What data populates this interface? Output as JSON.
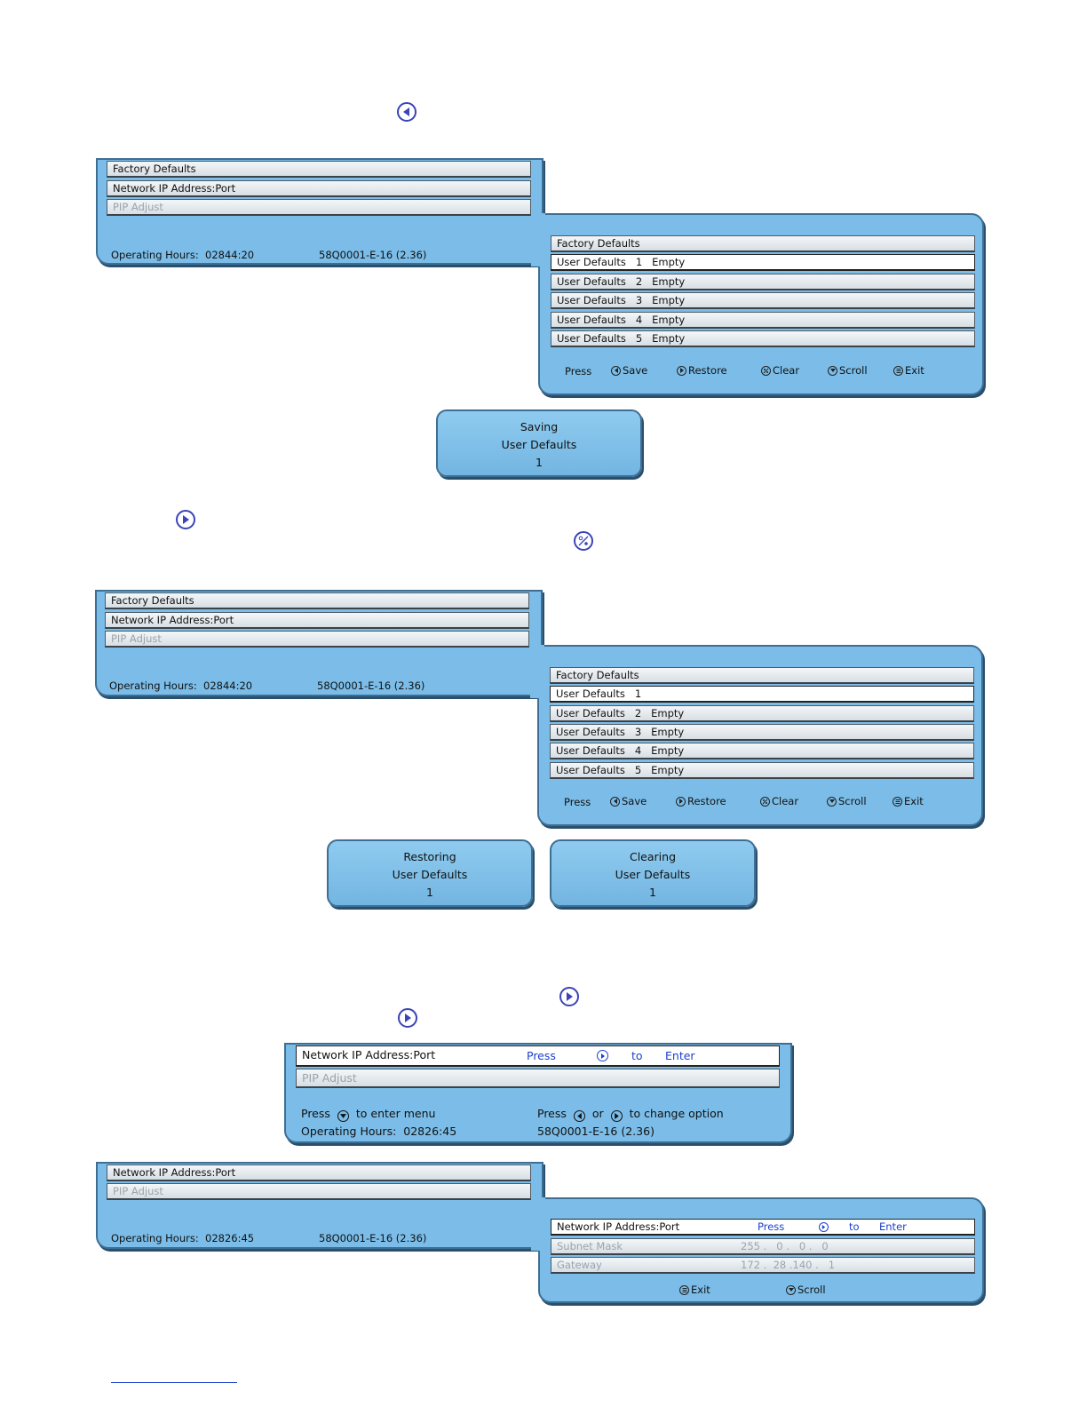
{
  "menu": {
    "factory_defaults": "Factory Defaults",
    "network_ip": "Network IP Address:Port",
    "pip_adjust": "PIP Adjust"
  },
  "status": {
    "hours_label": "Operating Hours:",
    "hours_1": "02844:20",
    "hours_2": "02826:45",
    "version": "58Q0001-E-16 (2.36)"
  },
  "defaults_menu": {
    "header": "Factory Defaults",
    "row_label": "User Defaults",
    "empty": "Empty",
    "nums": [
      "1",
      "2",
      "3",
      "4",
      "5"
    ]
  },
  "keys": {
    "press": "Press",
    "save": "Save",
    "restore": "Restore",
    "clear": "Clear",
    "scroll": "Scroll",
    "exit": "Exit"
  },
  "messages": {
    "saving": "Saving",
    "restoring": "Restoring",
    "clearing": "Clearing",
    "user_defaults": "User Defaults",
    "num": "1"
  },
  "network_menu": {
    "title": "Network IP Address:Port",
    "press": "Press",
    "to": "to",
    "enter": "Enter",
    "hint_left_a": "Press",
    "hint_left_b": "to  enter  menu",
    "hint_right_a": "Press",
    "hint_right_or": "or",
    "hint_right_b": "to  change  option",
    "subnet_label": "Subnet Mask",
    "subnet_value": "255 .   0 .   0 .   0",
    "gateway_label": "Gateway",
    "gateway_value": "172 .  28 .140 .   1"
  },
  "colors": {
    "panel_blue": "#7bbde8",
    "icon_stroke": "#3a44b8",
    "accent_text": "#1a3fcf"
  }
}
